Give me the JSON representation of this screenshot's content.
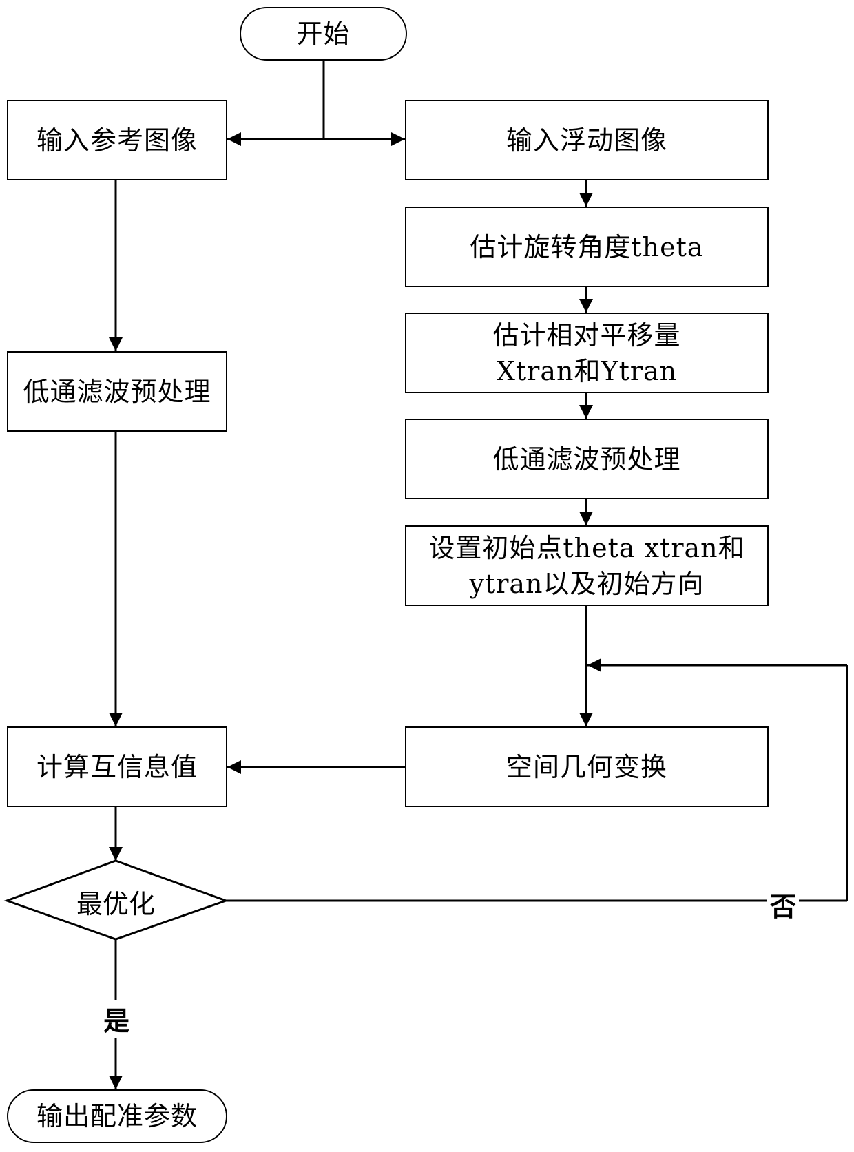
{
  "diagram": {
    "type": "flowchart",
    "nodes": {
      "start": "开始",
      "input_reference": "输入参考图像",
      "input_floating": "输入浮动图像",
      "estimate_rotation": "估计旋转角度theta",
      "estimate_translation_line1": "估计相对平移量",
      "estimate_translation_line2": "Xtran和Ytran",
      "lowpass_right": "低通滤波预处理",
      "set_initial_line1": "设置初始点theta xtran和",
      "set_initial_line2": "ytran以及初始方向",
      "lowpass_left": "低通滤波预处理",
      "spatial_transform": "空间几何变换",
      "compute_mi": "计算互信息值",
      "optimize": "最优化",
      "output": "输出配准参数"
    },
    "edge_labels": {
      "yes": "是",
      "no": "否"
    },
    "edges": [
      {
        "from": "start",
        "to": "input_reference"
      },
      {
        "from": "start",
        "to": "input_floating"
      },
      {
        "from": "input_floating",
        "to": "estimate_rotation"
      },
      {
        "from": "estimate_rotation",
        "to": "estimate_translation"
      },
      {
        "from": "estimate_translation",
        "to": "lowpass_right"
      },
      {
        "from": "lowpass_right",
        "to": "set_initial"
      },
      {
        "from": "set_initial",
        "to": "spatial_transform"
      },
      {
        "from": "input_reference",
        "to": "lowpass_left"
      },
      {
        "from": "lowpass_left",
        "to": "compute_mi"
      },
      {
        "from": "spatial_transform",
        "to": "compute_mi"
      },
      {
        "from": "compute_mi",
        "to": "optimize"
      },
      {
        "from": "optimize",
        "to": "output",
        "label": "是"
      },
      {
        "from": "optimize",
        "to": "spatial_transform",
        "label": "否"
      }
    ]
  }
}
